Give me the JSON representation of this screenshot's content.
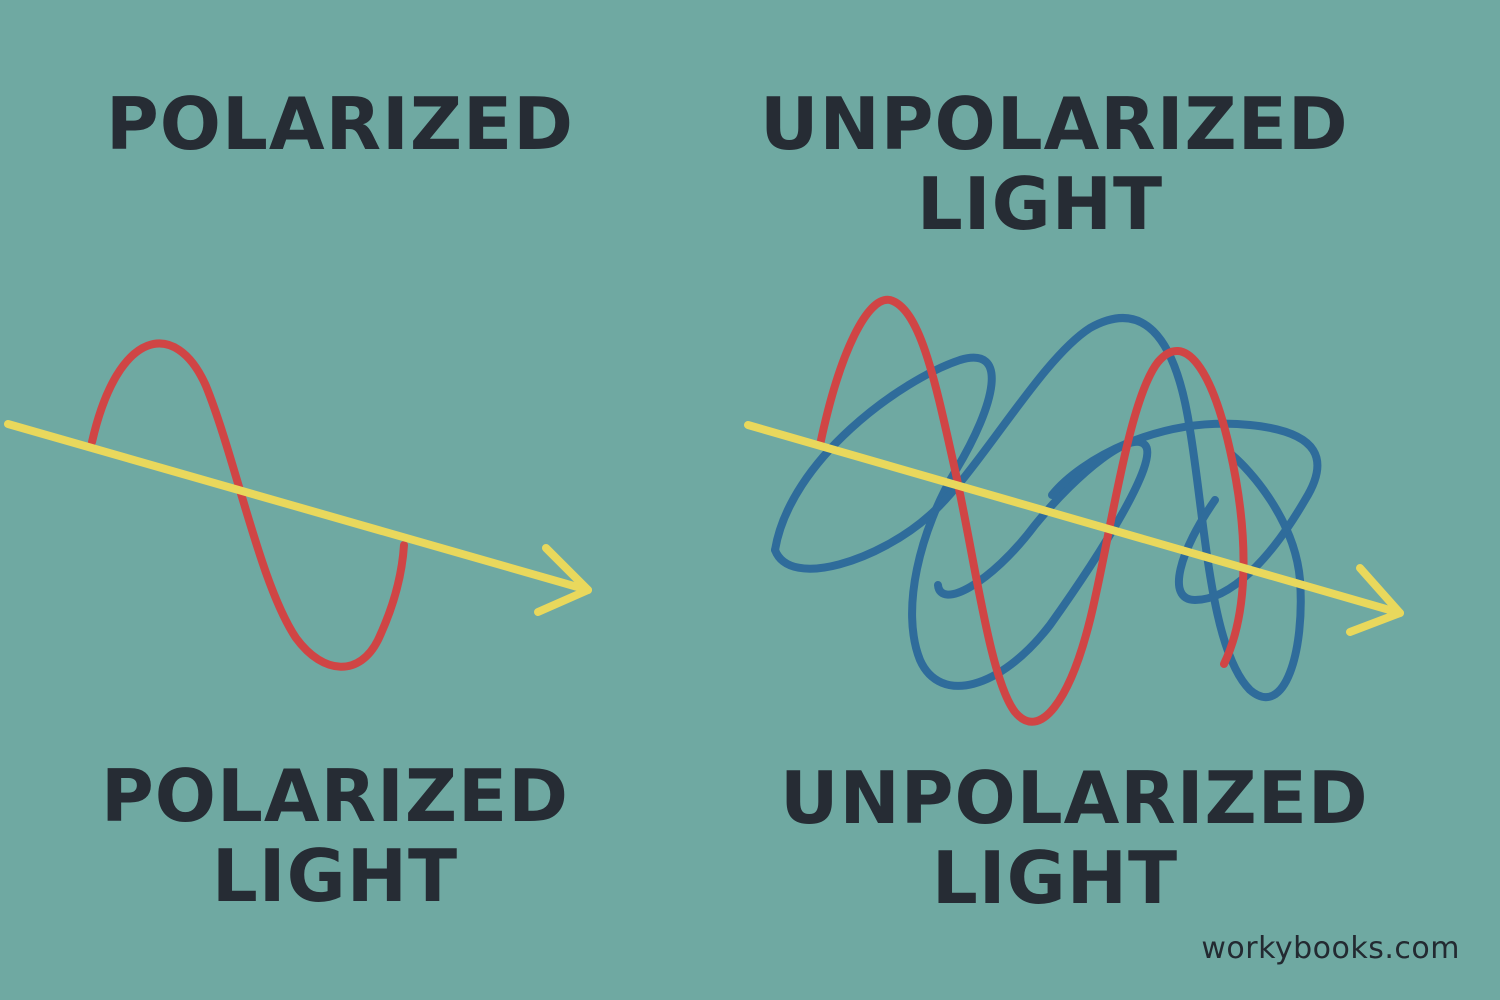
{
  "colors": {
    "background": "#6fa9a2",
    "text": "#262c34",
    "axis": "#e9d85c",
    "wave_primary": "#d04545",
    "wave_secondary": "#2f6c9b"
  },
  "labels": {
    "top_left": [
      "POLARIZED"
    ],
    "top_right": [
      "UNPOLARIZED",
      "LIGHT"
    ],
    "bottom_left": [
      "POLARIZED",
      "LIGHT"
    ],
    "bottom_right": [
      "UNPOLARIZED",
      "LIGHT"
    ]
  },
  "watermark": "workybooks.com"
}
